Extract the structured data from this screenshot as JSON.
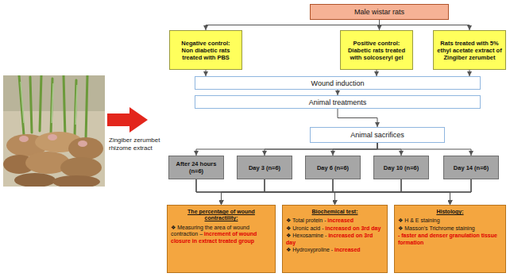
{
  "diagram": {
    "nodes": [
      {
        "text": [
          "Male wistar rats"
        ]
      },
      {
        "text": [
          "Negative control:",
          "Non diabetic rats treated with PBS"
        ]
      },
      {
        "text": [
          "Positive control:",
          "Diabetic rats treated with solcoseryl gel"
        ]
      },
      {
        "text": [
          "Rats treated with 5% ethyl acetate extract of Zingiber zerumbet"
        ]
      },
      {
        "text": [
          "Wound induction"
        ]
      },
      {
        "text": [
          "Animal treatments"
        ]
      },
      {
        "text": [
          "Animal sacrifices"
        ]
      },
      {
        "text": [
          "After 24 hours (n=6)"
        ]
      },
      {
        "text": [
          "Day 3 (n=6)"
        ]
      },
      {
        "text": [
          "Day 6 (n=6)"
        ]
      },
      {
        "text": [
          "Day 10 (n=6)"
        ]
      },
      {
        "text": [
          "Day 14 (n=6)"
        ]
      },
      {
        "text": [
          "The percentage of wound contractility:",
          "❖ Measuring the area of wound contraction –",
          "increment of wound closure in extract treated group"
        ]
      },
      {
        "text": [
          "Biochemical test:",
          "❖ Total protein -",
          "increased",
          "❖ Uronic acid -",
          "increased on 3rd day",
          "❖ Hexosamine -",
          "increased on 3rd day",
          "❖ Hydroxyproline -",
          "increased"
        ]
      },
      {
        "text": [
          "Histology:",
          "❖ H & E staining",
          "❖ Masson's Trichrome staining",
          "- faster and denser granulation tissue formation"
        ]
      }
    ],
    "edges": [
      {
        "from": 0,
        "to": 1,
        "arrow": "to"
      },
      {
        "from": 0,
        "to": 2,
        "arrow": "to"
      },
      {
        "from": 0,
        "to": 3,
        "arrow": "to"
      },
      {
        "from": 1,
        "to": 4,
        "arrow": "to"
      },
      {
        "from": 2,
        "to": 4,
        "arrow": "to"
      },
      {
        "from": 3,
        "to": 4,
        "arrow": "to"
      },
      {
        "from": 4,
        "to": 5,
        "arrow": "to"
      },
      {
        "from": 5,
        "to": 6,
        "arrow": "to"
      },
      {
        "from": 6,
        "to": 7,
        "arrow": "to"
      },
      {
        "from": 6,
        "to": 8,
        "arrow": "to"
      },
      {
        "from": 6,
        "to": 9,
        "arrow": "to"
      },
      {
        "from": 6,
        "to": 10,
        "arrow": "to"
      },
      {
        "from": 6,
        "to": 11,
        "arrow": "to"
      },
      {
        "from": 7,
        "to": 12,
        "arrow": "to"
      },
      {
        "from": 7,
        "to": 13,
        "arrow": "to"
      },
      {
        "from": 7,
        "to": 14,
        "arrow": "to"
      },
      {
        "from": 8,
        "to": 12,
        "arrow": "to"
      },
      {
        "from": 8,
        "to": 13,
        "arrow": "to"
      },
      {
        "from": 8,
        "to": 14,
        "arrow": "to"
      },
      {
        "from": 9,
        "to": 12,
        "arrow": "to"
      },
      {
        "from": 9,
        "to": 13,
        "arrow": "to"
      },
      {
        "from": 9,
        "to": 14,
        "arrow": "to"
      },
      {
        "from": 10,
        "to": 12,
        "arrow": "to"
      },
      {
        "from": 10,
        "to": 13,
        "arrow": "to"
      },
      {
        "from": 10,
        "to": 14,
        "arrow": "to"
      },
      {
        "from": 11,
        "to": 12,
        "arrow": "to"
      },
      {
        "from": 11,
        "to": 13,
        "arrow": "to"
      },
      {
        "from": 11,
        "to": 14,
        "arrow": "to"
      }
    ],
    "labels": [
      "Zingiber zerumbet rhizome extract"
    ]
  }
}
